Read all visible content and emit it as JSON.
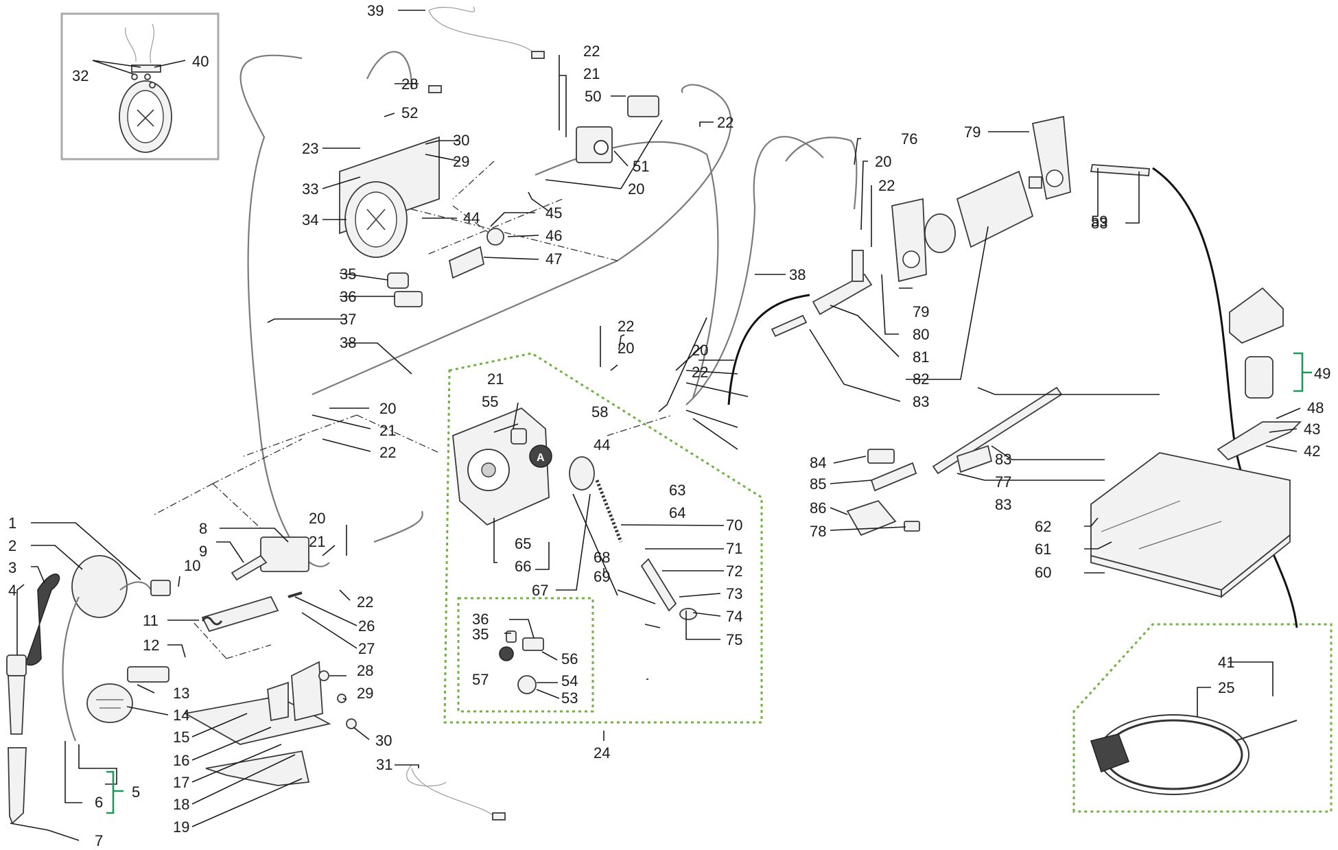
{
  "figure": {
    "labels": [
      {
        "id": "1",
        "text": "1"
      },
      {
        "id": "2",
        "text": "2"
      },
      {
        "id": "3",
        "text": "3"
      },
      {
        "id": "4",
        "text": "4"
      },
      {
        "id": "5",
        "text": "5"
      },
      {
        "id": "6",
        "text": "6"
      },
      {
        "id": "7",
        "text": "7"
      },
      {
        "id": "8",
        "text": "8"
      },
      {
        "id": "9",
        "text": "9"
      },
      {
        "id": "10",
        "text": "10"
      },
      {
        "id": "11",
        "text": "11"
      },
      {
        "id": "12",
        "text": "12"
      },
      {
        "id": "13",
        "text": "13"
      },
      {
        "id": "14",
        "text": "14"
      },
      {
        "id": "15",
        "text": "15"
      },
      {
        "id": "16",
        "text": "16"
      },
      {
        "id": "17",
        "text": "17"
      },
      {
        "id": "18",
        "text": "18"
      },
      {
        "id": "19",
        "text": "19"
      },
      {
        "id": "20",
        "text": "20"
      },
      {
        "id": "21",
        "text": "21"
      },
      {
        "id": "22",
        "text": "22"
      },
      {
        "id": "23",
        "text": "23"
      },
      {
        "id": "24",
        "text": "24"
      },
      {
        "id": "25",
        "text": "25"
      },
      {
        "id": "26",
        "text": "26"
      },
      {
        "id": "27",
        "text": "27"
      },
      {
        "id": "28",
        "text": "28"
      },
      {
        "id": "29",
        "text": "29"
      },
      {
        "id": "30",
        "text": "30"
      },
      {
        "id": "31",
        "text": "31"
      },
      {
        "id": "32",
        "text": "32"
      },
      {
        "id": "33",
        "text": "33"
      },
      {
        "id": "34",
        "text": "34"
      },
      {
        "id": "35",
        "text": "35"
      },
      {
        "id": "36",
        "text": "36"
      },
      {
        "id": "37",
        "text": "37"
      },
      {
        "id": "38",
        "text": "38"
      },
      {
        "id": "39",
        "text": "39"
      },
      {
        "id": "40",
        "text": "40"
      },
      {
        "id": "41",
        "text": "41"
      },
      {
        "id": "42",
        "text": "42"
      },
      {
        "id": "43",
        "text": "43"
      },
      {
        "id": "44",
        "text": "44"
      },
      {
        "id": "45",
        "text": "45"
      },
      {
        "id": "46",
        "text": "46"
      },
      {
        "id": "47",
        "text": "47"
      },
      {
        "id": "48",
        "text": "48"
      },
      {
        "id": "49",
        "text": "49"
      },
      {
        "id": "50",
        "text": "50"
      },
      {
        "id": "51",
        "text": "51"
      },
      {
        "id": "52",
        "text": "52"
      },
      {
        "id": "53",
        "text": "53"
      },
      {
        "id": "54",
        "text": "54"
      },
      {
        "id": "55",
        "text": "55"
      },
      {
        "id": "56",
        "text": "56"
      },
      {
        "id": "57",
        "text": "57"
      },
      {
        "id": "58",
        "text": "58"
      },
      {
        "id": "59",
        "text": "59"
      },
      {
        "id": "60",
        "text": "60"
      },
      {
        "id": "61",
        "text": "61"
      },
      {
        "id": "62",
        "text": "62"
      },
      {
        "id": "63",
        "text": "63"
      },
      {
        "id": "64",
        "text": "64"
      },
      {
        "id": "65",
        "text": "65"
      },
      {
        "id": "66",
        "text": "66"
      },
      {
        "id": "67",
        "text": "67"
      },
      {
        "id": "68",
        "text": "68"
      },
      {
        "id": "69",
        "text": "69"
      },
      {
        "id": "70",
        "text": "70"
      },
      {
        "id": "71",
        "text": "71"
      },
      {
        "id": "72",
        "text": "72"
      },
      {
        "id": "73",
        "text": "73"
      },
      {
        "id": "74",
        "text": "74"
      },
      {
        "id": "75",
        "text": "75"
      },
      {
        "id": "76",
        "text": "76"
      },
      {
        "id": "77",
        "text": "77"
      },
      {
        "id": "78",
        "text": "78"
      },
      {
        "id": "79",
        "text": "79"
      },
      {
        "id": "80",
        "text": "80"
      },
      {
        "id": "81",
        "text": "81"
      },
      {
        "id": "82",
        "text": "82"
      },
      {
        "id": "83",
        "text": "83"
      },
      {
        "id": "84",
        "text": "84"
      },
      {
        "id": "85",
        "text": "85"
      },
      {
        "id": "86",
        "text": "86"
      }
    ],
    "marker_a": "A",
    "colors": {
      "group_outline": "#6fb33f",
      "bracket": "#1a9a5a",
      "inset_frame": "#aaaaaa",
      "line_art": "#3a3a3a"
    }
  }
}
